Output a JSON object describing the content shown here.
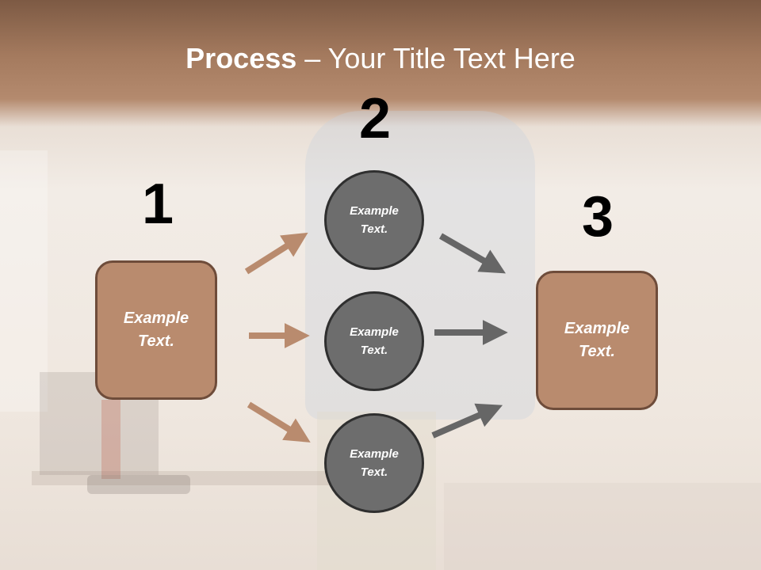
{
  "title": {
    "bold": "Process",
    "rest": " – Your Title Text Here"
  },
  "step_numbers": [
    "1",
    "2",
    "3"
  ],
  "step1": {
    "text": "Example\nText."
  },
  "step2": [
    {
      "text": "Example\nText."
    },
    {
      "text": "Example\nText."
    },
    {
      "text": "Example\nText."
    }
  ],
  "step3": {
    "text": "Example\nText."
  },
  "colors": {
    "header_band": "#a47a5e",
    "box_fill": "#b98b6e",
    "box_border": "#6e4c3a",
    "circle_fill": "#6d6d6d",
    "circle_border": "#2f2f2f",
    "arrow_left": "#b98b6e",
    "arrow_right": "#666666"
  }
}
